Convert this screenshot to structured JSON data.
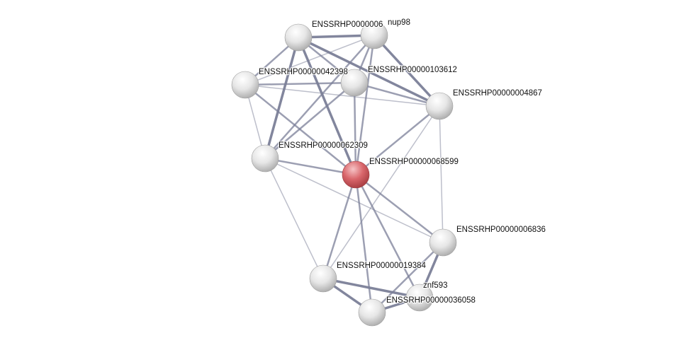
{
  "network": {
    "nodes": [
      {
        "id": "n0",
        "label": "ENSSRHP0000006",
        "query": false
      },
      {
        "id": "n1",
        "label": "nup98",
        "query": false
      },
      {
        "id": "n2",
        "label": "ENSSRHP00000042398",
        "query": false
      },
      {
        "id": "n3",
        "label": "ENSSRHP00000103612",
        "query": false
      },
      {
        "id": "n4",
        "label": "ENSSRHP00000004867",
        "query": false
      },
      {
        "id": "n5",
        "label": "ENSSRHP00000062309",
        "query": false
      },
      {
        "id": "n6",
        "label": "ENSSRHP00000068599",
        "query": true
      },
      {
        "id": "n7",
        "label": "ENSSRHP00000006836",
        "query": false
      },
      {
        "id": "n8",
        "label": "ENSSRHP00000019384",
        "query": false
      },
      {
        "id": "n9",
        "label": "ENSSRHP00000036058",
        "query": false
      },
      {
        "id": "n10",
        "label": "znf593",
        "query": false
      }
    ],
    "edges": [
      [
        "n0",
        "n1",
        3
      ],
      [
        "n0",
        "n2",
        2
      ],
      [
        "n0",
        "n3",
        2
      ],
      [
        "n0",
        "n4",
        3
      ],
      [
        "n0",
        "n5",
        3
      ],
      [
        "n0",
        "n6",
        3
      ],
      [
        "n1",
        "n2",
        1
      ],
      [
        "n1",
        "n3",
        2
      ],
      [
        "n1",
        "n4",
        3
      ],
      [
        "n1",
        "n5",
        2
      ],
      [
        "n1",
        "n6",
        2
      ],
      [
        "n2",
        "n3",
        2
      ],
      [
        "n2",
        "n4",
        1
      ],
      [
        "n2",
        "n5",
        1
      ],
      [
        "n2",
        "n6",
        2
      ],
      [
        "n3",
        "n4",
        2
      ],
      [
        "n3",
        "n5",
        2
      ],
      [
        "n3",
        "n6",
        2
      ],
      [
        "n4",
        "n6",
        2
      ],
      [
        "n4",
        "n7",
        1
      ],
      [
        "n4",
        "n8",
        1
      ],
      [
        "n5",
        "n6",
        2
      ],
      [
        "n5",
        "n7",
        1
      ],
      [
        "n5",
        "n8",
        1
      ],
      [
        "n6",
        "n7",
        2
      ],
      [
        "n6",
        "n8",
        2
      ],
      [
        "n6",
        "n9",
        2
      ],
      [
        "n6",
        "n10",
        2
      ],
      [
        "n7",
        "n10",
        3
      ],
      [
        "n7",
        "n9",
        2
      ],
      [
        "n8",
        "n9",
        3
      ],
      [
        "n8",
        "n10",
        3
      ],
      [
        "n9",
        "n10",
        3
      ]
    ],
    "colors": {
      "edge": "#7b7f98",
      "node": "#d8d8d8",
      "query_node": "#d45a5f"
    }
  }
}
